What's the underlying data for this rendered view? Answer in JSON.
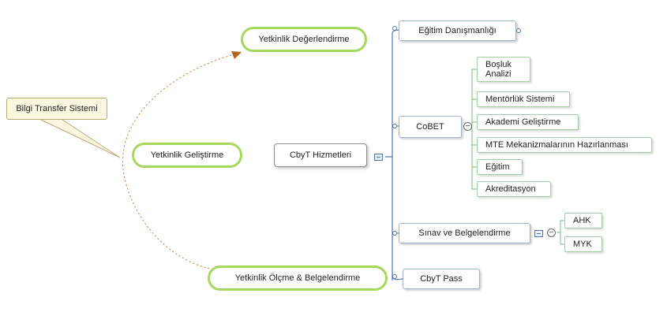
{
  "center": {
    "label": "CbyT Hizmetleri"
  },
  "left_topics": [
    {
      "label": "Yetkinlik Değerlendirme"
    },
    {
      "label": "Yetkinlik Geliştirme"
    },
    {
      "label": "Yetkinlik Ölçme & Belgelendirme"
    }
  ],
  "callout": {
    "label": "Bilgi Transfer Sistemi"
  },
  "right_topics": [
    {
      "label": "Eğitim Danışmanlığı"
    },
    {
      "label": "CoBET",
      "children": [
        {
          "label": "Boşluk Analizi"
        },
        {
          "label": "Mentörlük Sistemi"
        },
        {
          "label": "Akademi Geliştirme"
        },
        {
          "label": "MTE Mekanizmalarının Hazırlanması"
        },
        {
          "label": "Eğitim"
        },
        {
          "label": "Akreditasyon"
        }
      ]
    },
    {
      "label": "Sınav ve Belgelendirme",
      "children": [
        {
          "label": "AHK"
        },
        {
          "label": "MYK"
        }
      ]
    },
    {
      "label": "CbyT Pass"
    }
  ],
  "toggles": {
    "collapse_symbol": "−"
  },
  "colors": {
    "branch_blue": "#4f74b9",
    "branch_green": "#6fbf73",
    "arrow": "#c87a2a",
    "pill_border": "#a6d85e"
  }
}
